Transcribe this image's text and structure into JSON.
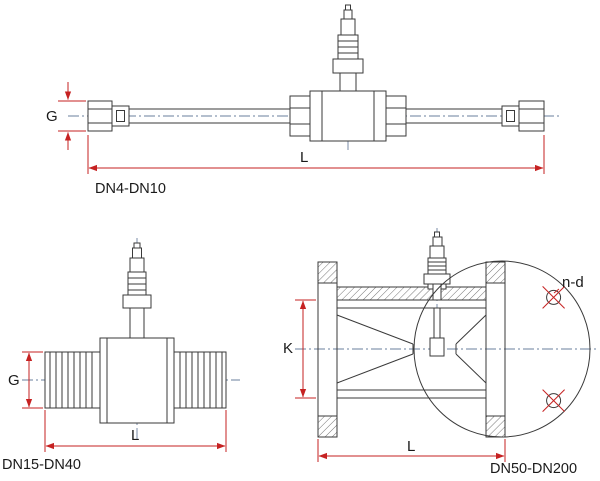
{
  "colors": {
    "background": "#ffffff",
    "line": "#3a3a3a",
    "dimension": "#c62222",
    "centerline": "#6a7f9e",
    "text": "#1a1a1a"
  },
  "figures": {
    "small": {
      "caption": "DN4-DN10",
      "dim_g": "G",
      "dim_l": "L"
    },
    "medium": {
      "caption": "DN15-DN40",
      "dim_g": "G",
      "dim_l": "L"
    },
    "large": {
      "caption": "DN50-DN200",
      "dim_k": "K",
      "dim_l": "L",
      "dim_nd": "n-d"
    }
  }
}
